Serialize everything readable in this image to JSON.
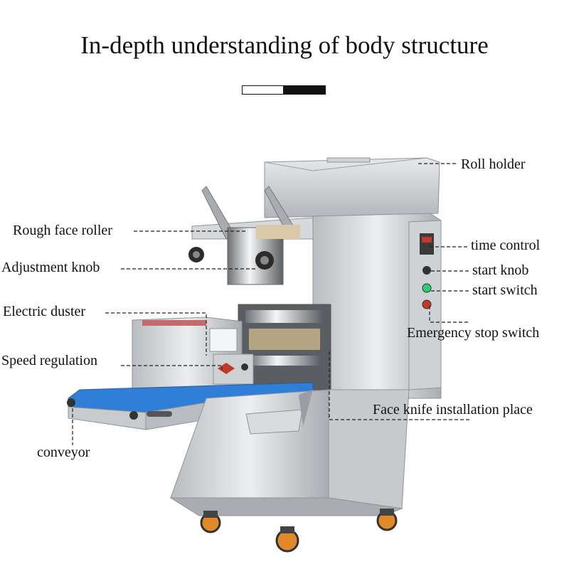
{
  "title": "In-depth understanding of body structure",
  "labels": {
    "roll_holder": "Roll holder",
    "rough_face_roller": "Rough face roller",
    "time_control": "time control",
    "adjustment_knob": "Adjustment knob",
    "start_knob": "start knob",
    "start_switch": "start switch",
    "electric_duster": "Electric duster",
    "emergency_stop_switch": "Emergency stop switch",
    "speed_regulation": "Speed regulation",
    "face_knife_installation_place": "Face knife installation place",
    "conveyor": "conveyor"
  },
  "colors": {
    "steel_light": "#e4e6e8",
    "steel_mid": "#c4c7ca",
    "steel_dark": "#8f9397",
    "belt_blue": "#2f7fd8",
    "wheel_orange": "#e08a2a",
    "display_red": "#c0392b",
    "button_green": "#2ecc71"
  }
}
